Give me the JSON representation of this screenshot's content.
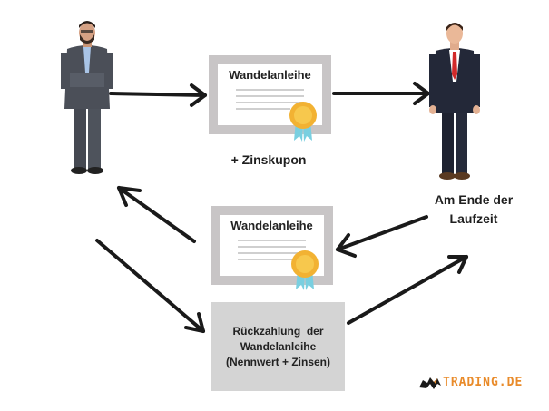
{
  "top_certificate": {
    "title": "Wandelanleihe"
  },
  "coupon_label": "+ Zinskupon",
  "end_of_term_label": {
    "line1": "Am Ende der",
    "line2": "Laufzeit"
  },
  "middle_certificate": {
    "title": "Wandelanleihe"
  },
  "repayment_box": {
    "line1": "Rückzahlung  der",
    "line2": "Wandelanleihe",
    "line3": "(Nennwert + Zinsen)"
  },
  "logo": {
    "text": "TRADING.DE"
  },
  "colors": {
    "arrow": "#1a1a1a",
    "certificate_frame": "#c8c5c6",
    "repayment_box": "#d4d4d4",
    "seal_gold": "#f2b233",
    "ribbon_teal": "#79cfe0",
    "logo_orange": "#e98b2a",
    "left_suit": "#4b4f58",
    "right_suit": "#232838",
    "right_tie": "#d22a2a"
  }
}
